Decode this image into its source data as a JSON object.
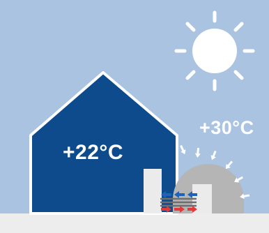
{
  "diagram": {
    "indoor_temperature": "+22°C",
    "outdoor_temperature": "+30°C",
    "colors": {
      "sky": "#a9c3e0",
      "ground": "#ededed",
      "house": "#0d4b8c",
      "house_outline": "#ffffff",
      "outdoor_unit": "#b5b5b5",
      "indoor_unit": "#ebebeb",
      "sun": "#ffffff",
      "heat_rays": "#ffffff",
      "pipes": "#6e6e6e",
      "cold_flow": "#1f63b8",
      "hot_flow": "#e23a3a"
    },
    "icons": {
      "sun": "sun-icon",
      "heat": "heat-ray-arrows",
      "flow_in": "arrow-left-icon",
      "flow_out": "arrow-right-icon"
    }
  }
}
